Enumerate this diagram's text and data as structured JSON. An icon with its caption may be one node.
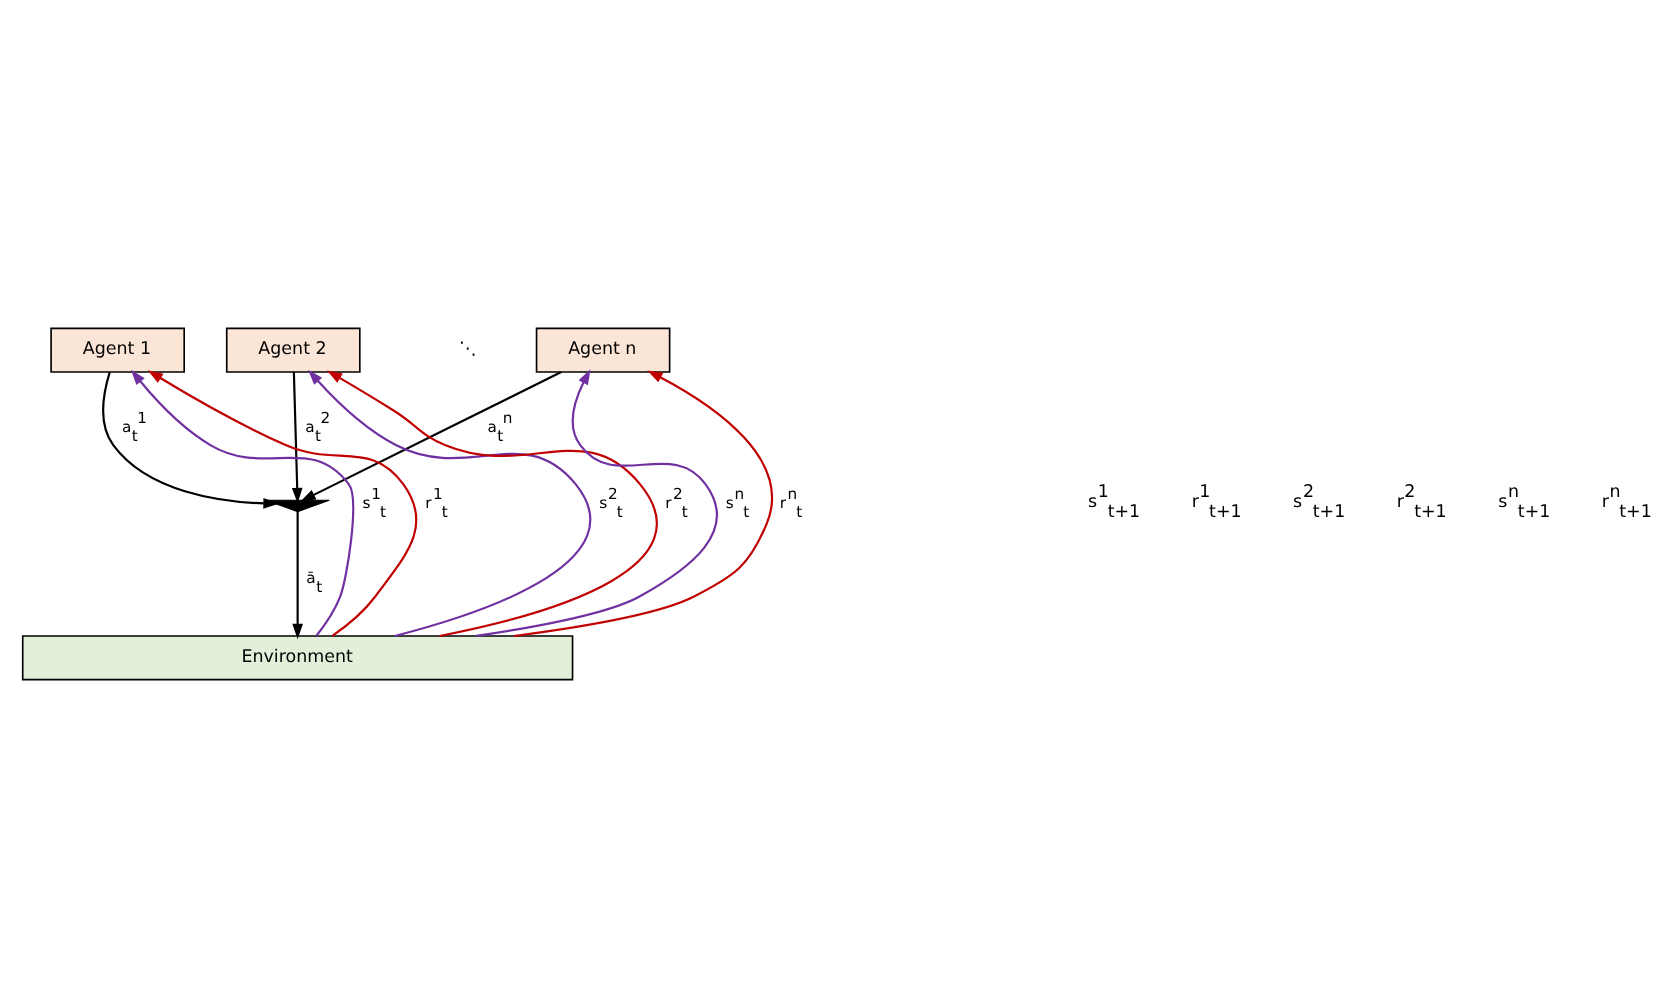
{
  "diagram": {
    "nodes": [
      {
        "text": [
          "Agent 1"
        ]
      },
      {
        "text": [
          "Agent 2"
        ]
      },
      {
        "text": [
          "Agent n"
        ]
      },
      {
        "text": [],
        "shape": "brace"
      },
      {
        "text": [
          "Environment"
        ]
      }
    ],
    "edges": [
      {
        "from": 4,
        "to": 0,
        "arrow": "to",
        "label": "s$^{1}$$_{t}$",
        "color": "#7030a0"
      },
      {
        "from": 4,
        "to": 0,
        "arrow": "to",
        "label": "r$^{1}$$_{t}$",
        "color": "#c00000"
      },
      {
        "from": 4,
        "to": 1,
        "arrow": "to",
        "label": "s$^{2}$$_{t}$",
        "color": "#7030a0"
      },
      {
        "from": 4,
        "to": 1,
        "arrow": "to",
        "label": "r$^{2}$$_{t}$",
        "color": "#c00000"
      },
      {
        "from": 4,
        "to": 2,
        "arrow": "to",
        "label": "s$^{n}$$_{t}$",
        "color": "#7030a0"
      },
      {
        "from": 4,
        "to": 2,
        "arrow": "to",
        "label": "r$^{n}$$_{t}$",
        "color": "#c00000"
      },
      {
        "from": 0,
        "to": 3,
        "arrow": "to",
        "label": "a$_{t}$$^{1}$"
      },
      {
        "from": 1,
        "to": 3,
        "arrow": "to",
        "label": "a$_{t}$$^{2}$"
      },
      {
        "from": 2,
        "to": 3,
        "arrow": "to",
        "label": "a$_{t}$$^{n}$"
      },
      {
        "from": 3,
        "to": 4,
        "arrow": "to",
        "label": "ā$_{t}$"
      }
    ],
    "labels": [
      "⋱",
      "s$^{1}$$_{t+1}$",
      "r$^{1}$$_{t+1}$",
      "s$^{2}$$_{t+1}$",
      "r$^{2}$$_{t+1}$",
      "s$^{n}$$_{t+1}$",
      "r$^{n}$$_{t+1}$"
    ]
  }
}
